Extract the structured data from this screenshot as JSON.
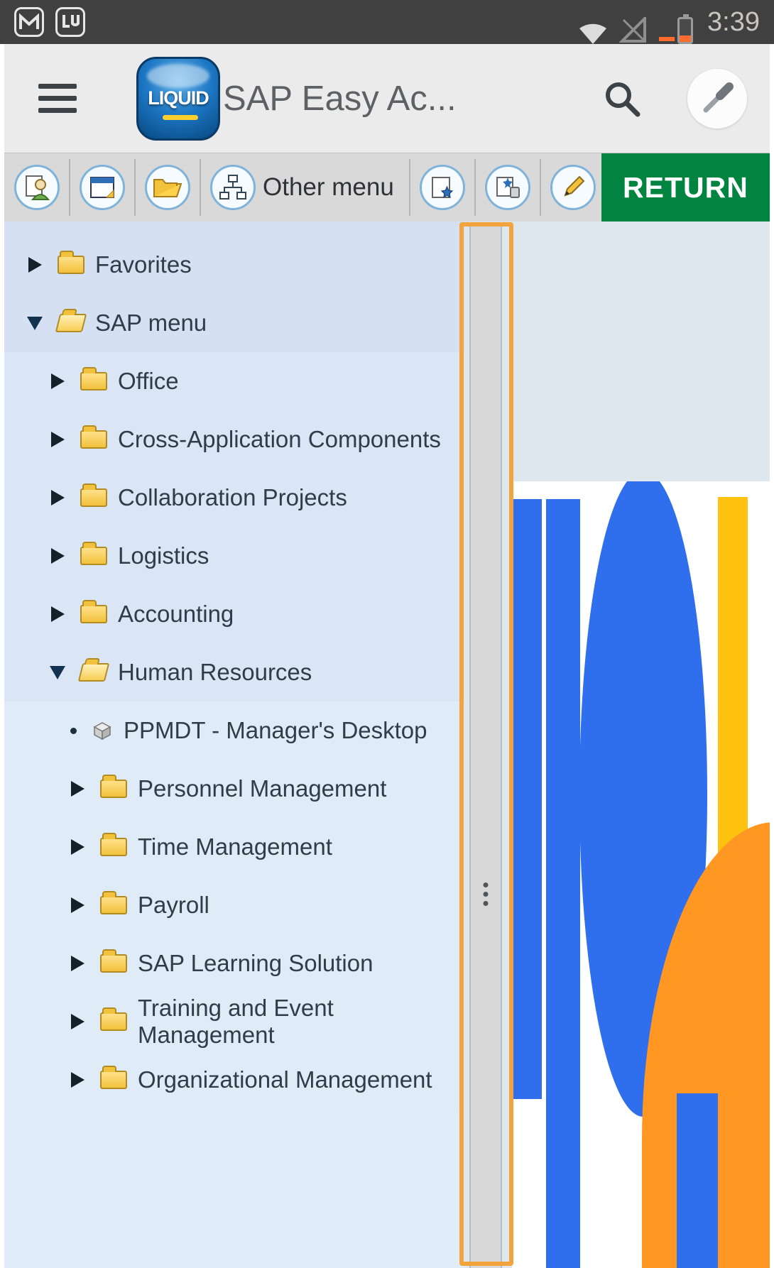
{
  "status_bar": {
    "time": "3:39",
    "icons": [
      "gmail-notification-icon",
      "liquid-ui-notification-icon",
      "wifi-icon",
      "signal-icon",
      "battery-icon"
    ]
  },
  "header": {
    "logo_text": "LIQUID",
    "title": "SAP Easy Ac...",
    "icons": [
      "hamburger-menu-icon",
      "search-icon",
      "screwdriver-tool-icon"
    ]
  },
  "toolbar": {
    "other_menu_label": "Other menu",
    "return_label": "RETURN",
    "icons": [
      "user-menu-icon",
      "sap-menu-icon",
      "business-workplace-icon",
      "other-menu-icon",
      "create-role-icon",
      "assign-users-icon",
      "edit-pencil-icon"
    ]
  },
  "tree": {
    "items": [
      {
        "label": "Favorites",
        "level": 0,
        "state": "collapsed",
        "icon": "folder-closed"
      },
      {
        "label": "SAP menu",
        "level": 0,
        "state": "expanded",
        "icon": "folder-open"
      },
      {
        "label": "Office",
        "level": 1,
        "state": "collapsed",
        "icon": "folder-closed"
      },
      {
        "label": "Cross-Application Components",
        "level": 1,
        "state": "collapsed",
        "icon": "folder-closed"
      },
      {
        "label": "Collaboration Projects",
        "level": 1,
        "state": "collapsed",
        "icon": "folder-closed"
      },
      {
        "label": "Logistics",
        "level": 1,
        "state": "collapsed",
        "icon": "folder-closed"
      },
      {
        "label": "Accounting",
        "level": 1,
        "state": "collapsed",
        "icon": "folder-closed"
      },
      {
        "label": "Human Resources",
        "level": 1,
        "state": "expanded",
        "icon": "folder-open"
      },
      {
        "label": "PPMDT - Manager's Desktop",
        "level": 2,
        "state": "leaf",
        "icon": "transaction-cube"
      },
      {
        "label": "Personnel Management",
        "level": 2,
        "state": "collapsed",
        "icon": "folder-closed"
      },
      {
        "label": "Time Management",
        "level": 2,
        "state": "collapsed",
        "icon": "folder-closed"
      },
      {
        "label": "Payroll",
        "level": 2,
        "state": "collapsed",
        "icon": "folder-closed"
      },
      {
        "label": "SAP Learning Solution",
        "level": 2,
        "state": "collapsed",
        "icon": "folder-closed"
      },
      {
        "label": "Training and Event Management",
        "level": 2,
        "state": "collapsed",
        "icon": "folder-closed"
      },
      {
        "label": "Organizational Management",
        "level": 2,
        "state": "collapsed",
        "icon": "folder-closed"
      }
    ]
  },
  "splitter": {
    "highlight_color": "#F2A33C",
    "grip_icon": "vertical-ellipsis-grip"
  },
  "colors": {
    "return_green": "#00843F",
    "highlight_orange": "#F2A33C",
    "logo_blue": "#2F6FED",
    "logo_yellow": "#FFC20E",
    "logo_orange": "#FF9722",
    "tree_bg": "#DAE6F5"
  }
}
